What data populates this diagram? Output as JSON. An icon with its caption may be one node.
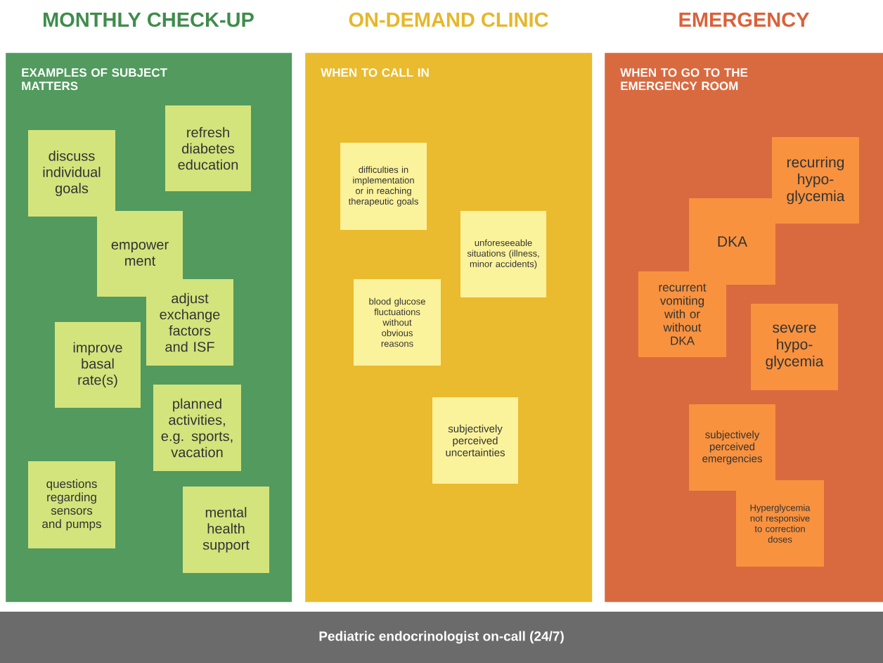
{
  "diagram": {
    "nodes": [
      {
        "text": [
          "MONTHLY CHECK-UP",
          "EXAMPLES OF SUBJECT MATTERS"
        ]
      },
      {
        "text": [
          "refresh diabetes education"
        ],
        "in": 0
      },
      {
        "text": [
          "discuss individual goals"
        ],
        "in": 0
      },
      {
        "text": [
          "empower ment"
        ],
        "in": 0
      },
      {
        "text": [
          "adjust exchange factors and ISF"
        ],
        "in": 0
      },
      {
        "text": [
          "improve basal rate(s)"
        ],
        "in": 0
      },
      {
        "text": [
          "planned activities, e.g. sports, vacation"
        ],
        "in": 0
      },
      {
        "text": [
          "questions regarding sensors and pumps"
        ],
        "in": 0
      },
      {
        "text": [
          "mental health support"
        ],
        "in": 0
      },
      {
        "text": [
          "ON-DEMAND CLINIC",
          "WHEN TO CALL IN"
        ]
      },
      {
        "text": [
          "difficulties in implementation or in reaching therapeutic goals"
        ],
        "in": 9
      },
      {
        "text": [
          "unforeseeable situations (illness, minor accidents)"
        ],
        "in": 9
      },
      {
        "text": [
          "blood glucose fluctuations without obvious reasons"
        ],
        "in": 9
      },
      {
        "text": [
          "subjectively perceived uncertainties"
        ],
        "in": 9
      },
      {
        "text": [
          "EMERGENCY",
          "WHEN TO GO TO THE EMERGENCY ROOM"
        ]
      },
      {
        "text": [
          "recurring hypo- glycemia"
        ],
        "in": 14
      },
      {
        "text": [
          "DKA"
        ],
        "in": 14
      },
      {
        "text": [
          "recurrent vomiting with or without DKA"
        ],
        "in": 14
      },
      {
        "text": [
          "severe hypo- glycemia"
        ],
        "in": 14
      },
      {
        "text": [
          "subjectively perceived emergencies"
        ],
        "in": 14
      },
      {
        "text": [
          "Hyperglycemia not responsive to correction doses"
        ],
        "in": 14
      },
      {
        "text": [
          "Pediatric endocrinologist on-call (24/7)"
        ]
      }
    ]
  }
}
